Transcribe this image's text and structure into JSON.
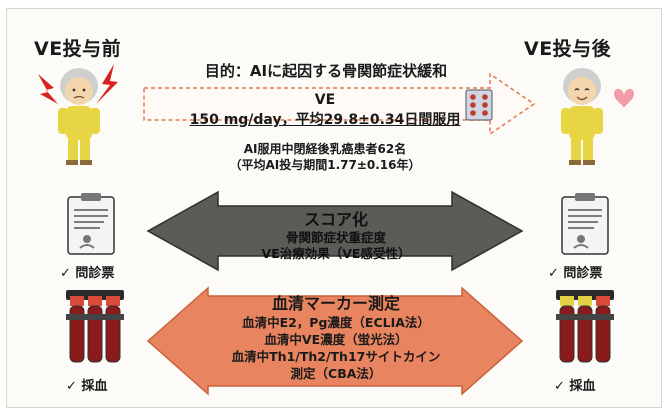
{
  "before": {
    "label": "VE投与前"
  },
  "after": {
    "label": "VE投与後"
  },
  "top_arrow": {
    "purpose": "目的：AIに起因する骨関節症状緩和",
    "drug": "VE",
    "dose": "150 mg/day，平均29.8±0.34日間服用"
  },
  "population": {
    "line1": "AI服用中閉経後乳癌患者62名",
    "line2": "（平均AI投与期間1.77±0.16年）"
  },
  "score_arrow": {
    "title": "スコア化",
    "line1": "骨関節症状重症度",
    "line2": "VE治療効果（VE感受性）",
    "color": "#5b5b58"
  },
  "serum_arrow": {
    "title": "血清マーカー測定",
    "line1": "血清中E2，Pg濃度（ECLIA法）",
    "line2": "血清中VE濃度（蛍光法）",
    "line3": "血清中Th1/Th2/Th17サイトカイン",
    "line4": "測定（CBA法）",
    "color": "#e8845f"
  },
  "left_items": {
    "questionnaire": "✓ 問診票",
    "blood": "✓ 採血"
  },
  "right_items": {
    "questionnaire": "✓ 問診票",
    "blood": "✓ 採血"
  }
}
